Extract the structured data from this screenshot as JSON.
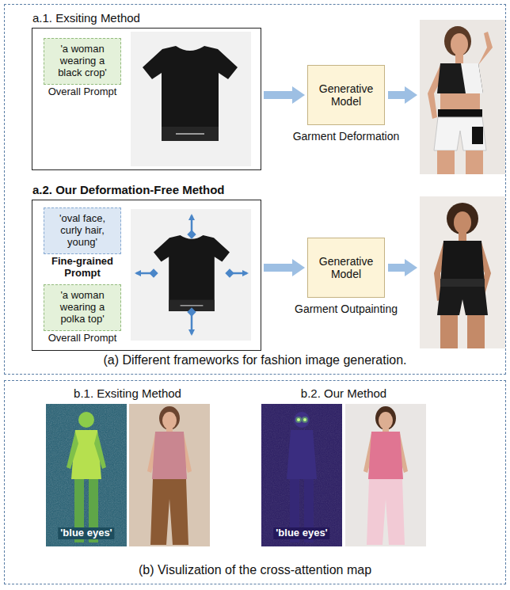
{
  "diagram": {
    "nodes": [
      {
        "text": [
          "(a) Different frameworks for fashion image generation."
        ]
      },
      {
        "text": [
          "a.1. Exsiting Method"
        ],
        "in": 0
      },
      {
        "text": [
          "'a woman wearing a black crop'",
          "Overall Prompt"
        ],
        "in": 1
      },
      {
        "text": [
          "Generative Model",
          "Garment Deformation"
        ],
        "in": 0
      },
      {
        "text": [
          "a.2. Our Deformation-Free Method"
        ],
        "in": 0
      },
      {
        "text": [
          "'oval face, curly hair, young'",
          "Fine-grained Prompt"
        ],
        "in": 4
      },
      {
        "text": [
          "'a woman wearing a polka top'",
          "Overall Prompt"
        ],
        "in": 4
      },
      {
        "text": [
          "Generative Model",
          "Garment Outpainting"
        ],
        "in": 0
      },
      {
        "text": [
          "(b) Visulization of the cross-attention map"
        ]
      }
    ],
    "edges": [
      {
        "from": 1,
        "to": 3,
        "arrow": "to"
      },
      {
        "from": 4,
        "to": 7,
        "arrow": "to"
      }
    ],
    "labels": [
      "b.1. Exsiting Method",
      "b.2. Our Method",
      "'blue eyes'",
      "'blue eyes'"
    ]
  }
}
